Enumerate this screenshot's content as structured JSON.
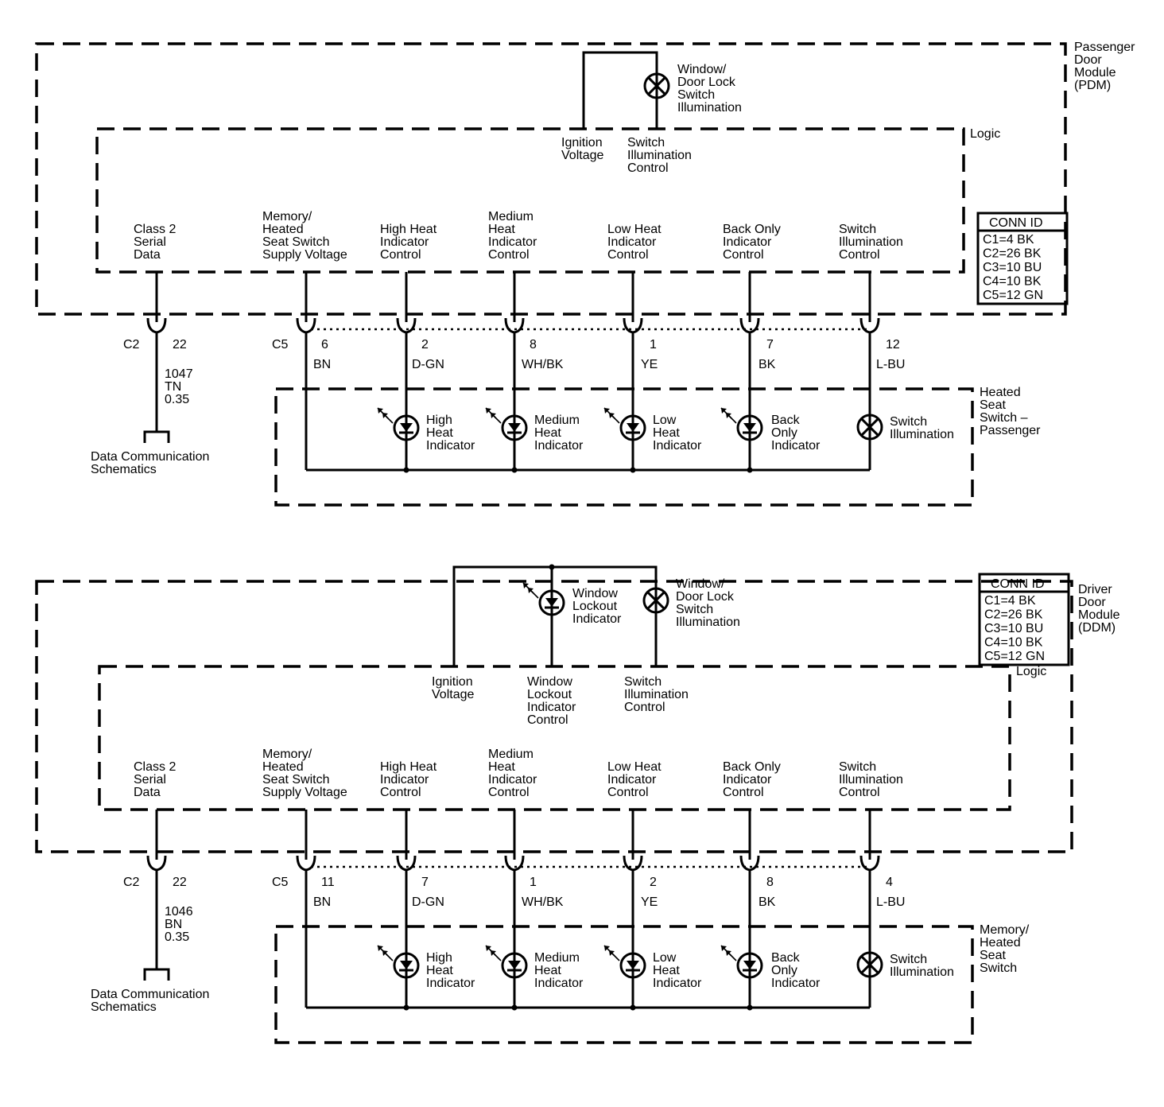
{
  "sections": [
    {
      "module_title": [
        "Passenger",
        "Door",
        "Module",
        "(PDM)"
      ],
      "logic_label": "Logic",
      "top_lamp_label": [
        "Window/",
        "Door Lock",
        "Switch",
        "Illumination"
      ],
      "top_pins": {
        "ignition": [
          "Ignition",
          "Voltage"
        ],
        "switch_illum": [
          "Switch",
          "Illumination",
          "Control"
        ]
      },
      "conn_id": {
        "title": "CONN ID",
        "rows": [
          "C1=4 BK",
          "C2=26 BK",
          "C3=10 BU",
          "C4=10 BK",
          "C5=12 GN"
        ]
      },
      "pin_labels": [
        [
          "Class 2",
          "Serial",
          "Data"
        ],
        [
          "Memory/",
          "Heated",
          "Seat Switch",
          "Supply Voltage"
        ],
        [
          "High Heat",
          "Indicator",
          "Control"
        ],
        [
          "Medium",
          "Heat",
          "Indicator",
          "Control"
        ],
        [
          "Low Heat",
          "Indicator",
          "Control"
        ],
        [
          "Back Only",
          "Indicator",
          "Control"
        ],
        [
          "Switch",
          "Illumination",
          "Control"
        ]
      ],
      "c2": {
        "conn": "C2",
        "pin": "22",
        "circuit": "1047",
        "color": "TN",
        "gauge": "0.35"
      },
      "c5_conn": "C5",
      "c5_pins": [
        {
          "pin": "6",
          "color": "BN"
        },
        {
          "pin": "2",
          "color": "D-GN"
        },
        {
          "pin": "8",
          "color": "WH/BK"
        },
        {
          "pin": "1",
          "color": "YE"
        },
        {
          "pin": "7",
          "color": "BK"
        },
        {
          "pin": "12",
          "color": "L-BU"
        }
      ],
      "data_comm": [
        "Data Communication",
        "Schematics"
      ],
      "switch_title": [
        "Heated",
        "Seat",
        "Switch –",
        "Passenger"
      ],
      "indicators": [
        [
          "High",
          "Heat",
          "Indicator"
        ],
        [
          "Medium",
          "Heat",
          "Indicator"
        ],
        [
          "Low",
          "Heat",
          "Indicator"
        ],
        [
          "Back",
          "Only",
          "Indicator"
        ]
      ],
      "switch_illum": [
        "Switch",
        "Illumination"
      ]
    },
    {
      "module_title": [
        "Driver",
        "Door",
        "Module",
        "(DDM)"
      ],
      "logic_label": "Logic",
      "top_lamp_label": [
        "Window/",
        "Door Lock",
        "Switch",
        "Illumination"
      ],
      "lockout_label": [
        "Window",
        "Lockout",
        "Indicator"
      ],
      "top_pins": {
        "ignition": [
          "Ignition",
          "Voltage"
        ],
        "lockout": [
          "Window",
          "Lockout",
          "Indicator",
          "Control"
        ],
        "switch_illum": [
          "Switch",
          "Illumination",
          "Control"
        ]
      },
      "conn_id": {
        "title": "CONN ID",
        "rows": [
          "C1=4 BK",
          "C2=26 BK",
          "C3=10 BU",
          "C4=10 BK",
          "C5=12 GN"
        ]
      },
      "pin_labels": [
        [
          "Class 2",
          "Serial",
          "Data"
        ],
        [
          "Memory/",
          "Heated",
          "Seat Switch",
          "Supply Voltage"
        ],
        [
          "High Heat",
          "Indicator",
          "Control"
        ],
        [
          "Medium",
          "Heat",
          "Indicator",
          "Control"
        ],
        [
          "Low Heat",
          "Indicator",
          "Control"
        ],
        [
          "Back Only",
          "Indicator",
          "Control"
        ],
        [
          "Switch",
          "Illumination",
          "Control"
        ]
      ],
      "c2": {
        "conn": "C2",
        "pin": "22",
        "circuit": "1046",
        "color": "BN",
        "gauge": "0.35"
      },
      "c5_conn": "C5",
      "c5_pins": [
        {
          "pin": "11",
          "color": "BN"
        },
        {
          "pin": "7",
          "color": "D-GN"
        },
        {
          "pin": "1",
          "color": "WH/BK"
        },
        {
          "pin": "2",
          "color": "YE"
        },
        {
          "pin": "8",
          "color": "BK"
        },
        {
          "pin": "4",
          "color": "L-BU"
        }
      ],
      "data_comm": [
        "Data Communication",
        "Schematics"
      ],
      "switch_title": [
        "Memory/",
        "Heated",
        "Seat",
        "Switch"
      ],
      "indicators": [
        [
          "High",
          "Heat",
          "Indicator"
        ],
        [
          "Medium",
          "Heat",
          "Indicator"
        ],
        [
          "Low",
          "Heat",
          "Indicator"
        ],
        [
          "Back",
          "Only",
          "Indicator"
        ]
      ],
      "switch_illum": [
        "Switch",
        "Illumination"
      ]
    }
  ]
}
